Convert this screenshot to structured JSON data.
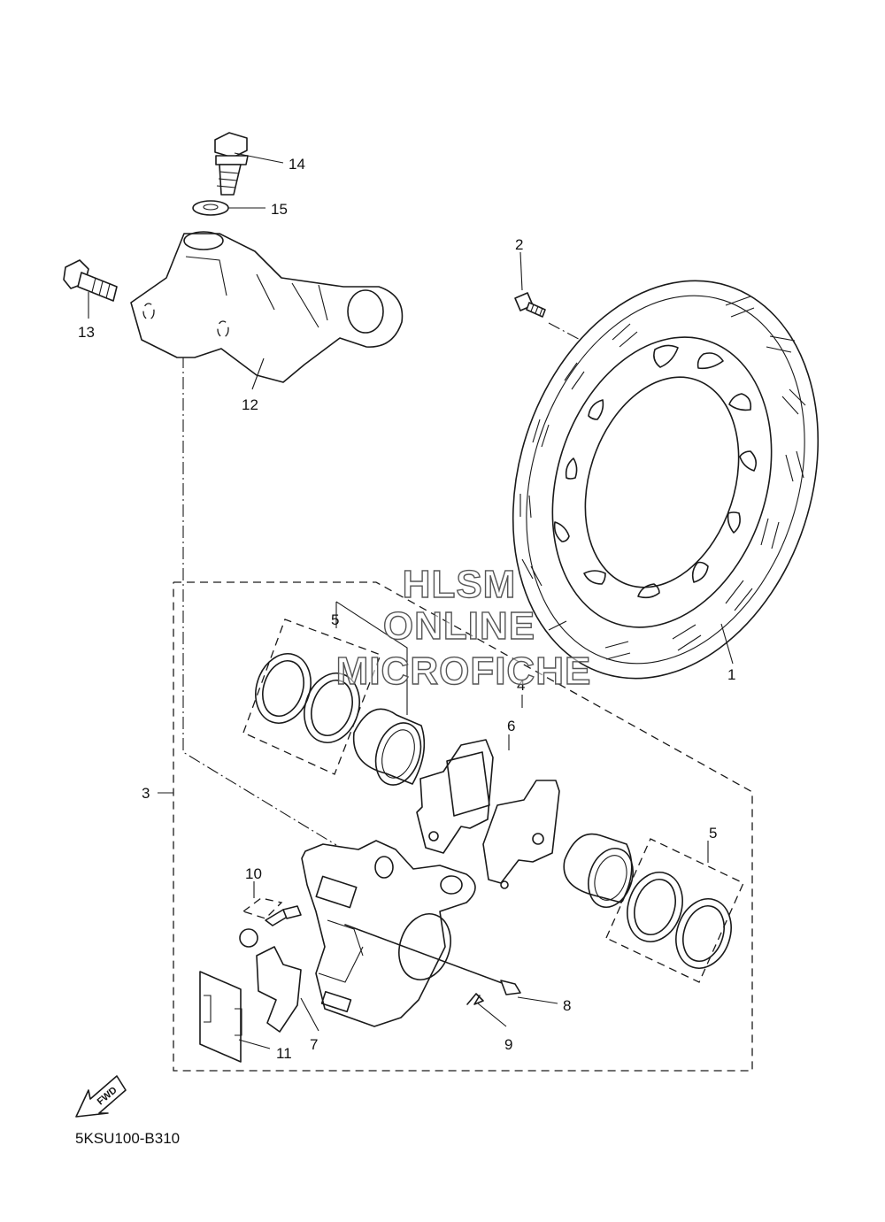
{
  "diagram_code": "5KSU100-B310",
  "watermark": {
    "line1": "HLSM",
    "line2": "ONLINE",
    "line3": "MICROFICHE"
  },
  "fwd_label": "FWD",
  "callouts": [
    "1",
    "2",
    "3",
    "4",
    "5",
    "5",
    "6",
    "7",
    "8",
    "9",
    "10",
    "11",
    "12",
    "13",
    "14",
    "15"
  ]
}
